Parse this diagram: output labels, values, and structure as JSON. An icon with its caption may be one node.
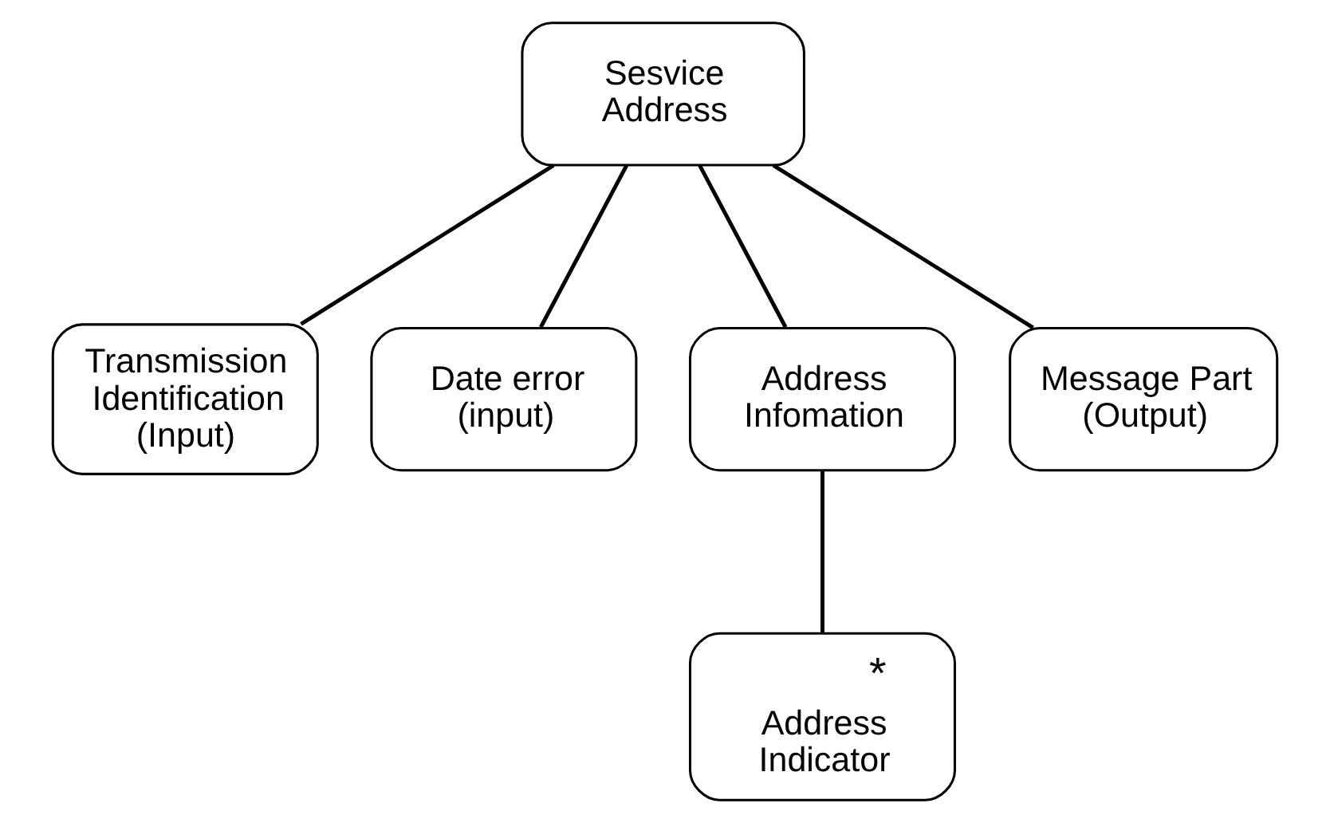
{
  "diagram": {
    "nodes": [
      {
        "text": [
          "Sesvice Address"
        ]
      },
      {
        "text": [
          "Transmission Identification (Input)"
        ]
      },
      {
        "text": [
          "Date error (input)"
        ]
      },
      {
        "text": [
          "Address Infomation"
        ]
      },
      {
        "text": [
          "Message Part (Output)"
        ]
      },
      {
        "text": [
          "*",
          "Address Indicator"
        ]
      }
    ],
    "edges": [
      {
        "from": 0,
        "to": 1,
        "arrow": "none"
      },
      {
        "from": 0,
        "to": 2,
        "arrow": "none"
      },
      {
        "from": 0,
        "to": 3,
        "arrow": "none"
      },
      {
        "from": 0,
        "to": 4,
        "arrow": "none"
      },
      {
        "from": 3,
        "to": 5,
        "arrow": "none"
      }
    ]
  }
}
